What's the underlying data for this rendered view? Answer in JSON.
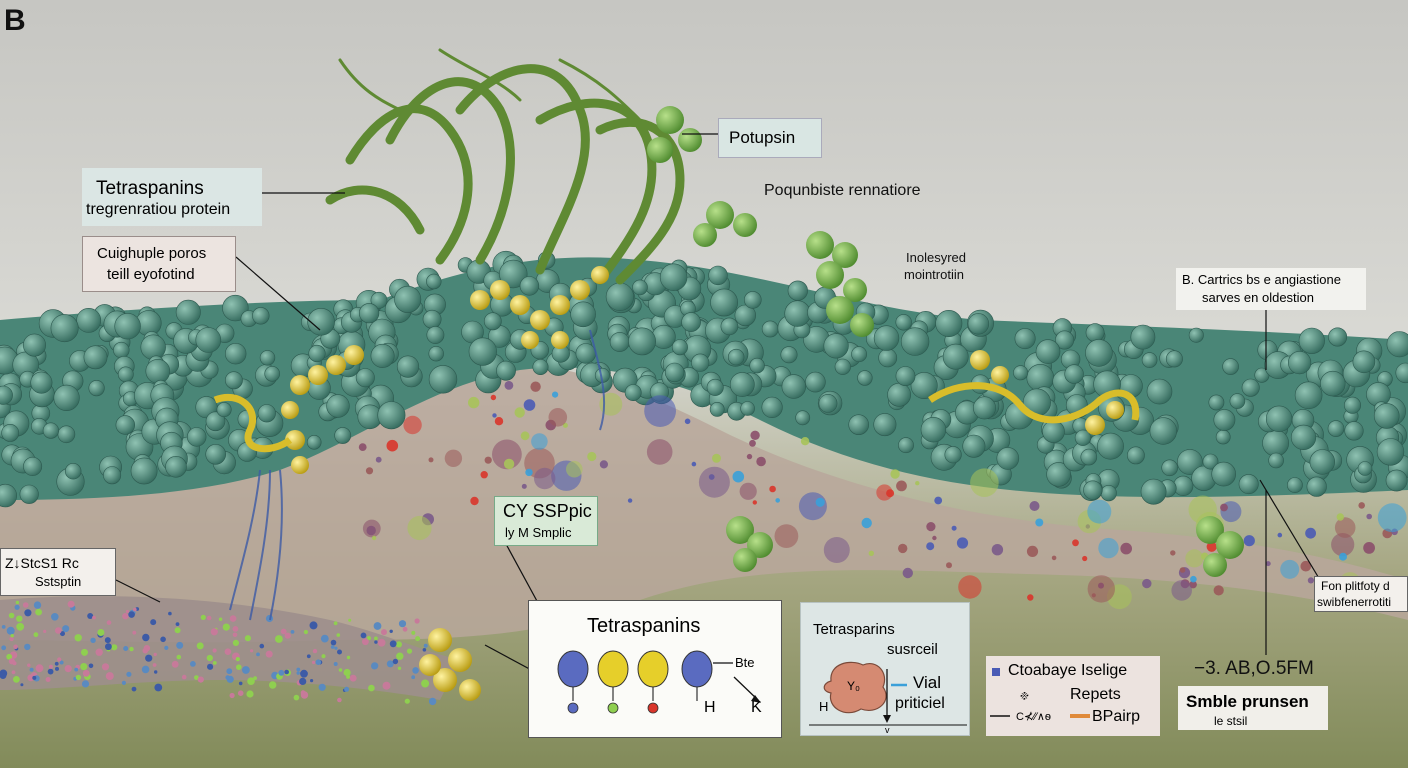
{
  "panel_letter": "B",
  "labels": {
    "potupsin": "Potupsin",
    "tetraspanins_title": "Tetraspanins",
    "tetraspanins_sub": "tregrenratiou protein",
    "cuighuple_l1": "Cuighuple poros",
    "cuighuple_l2": "teill eyofotind",
    "poqunbiste": "Poqunbiste rennatiore",
    "inolesyred_l1": "Inolesyred",
    "inolesyred_l2": "mointrotiin",
    "bcartrics_l1": "B. Cartrics bs e angiastione",
    "bcartrics_l2": "sarves en oldestion",
    "zstcs_l1": "Z↓StcS1 Rc",
    "zstcs_l2": "Sstsptin",
    "cyssplic_l1": "CY SSPpic",
    "cyssplic_l2": "ly M Smplic",
    "fon_l1": "Fon plitfoty d",
    "fon_l2": "swibfenerrotiti"
  },
  "legend_main": {
    "title": "Tetraspanins",
    "bte": "Bte",
    "h": "H",
    "k": "K",
    "ball_colors": [
      "#5a6bc0",
      "#e6cf2a",
      "#e6cf2a",
      "#5a6bc0"
    ],
    "tip_colors": [
      "#5a6bc0",
      "#8fcf50",
      "#d9352b",
      "#ffffff"
    ]
  },
  "legend_virus": {
    "t1": "Tetrasparins",
    "t2": "susrceil",
    "yo": "Y₀",
    "vial": "Vial",
    "priticiel": "priticiel",
    "h": "H",
    "v": "v"
  },
  "legend_key": {
    "r1": "Ctoabaye Iselige",
    "r2a": "፠",
    "r2b": "Repets",
    "r3a": "C⊀∕∕∧ѳ",
    "r3b": "BPairp"
  },
  "scale_text": "−3. AB,O.5FM",
  "smble_l1": "Smble prunsen",
  "smble_l2": "le stsil",
  "colors": {
    "membrane": "#4f8f80",
    "membrane_dark": "#2f5e55",
    "protein_green": "#6e9b3f",
    "helix_yellow": "#e2c72c",
    "cytoplasm": "#b5a597",
    "background_top": "#c8c8c4",
    "background_bottom": "#8a9361"
  }
}
